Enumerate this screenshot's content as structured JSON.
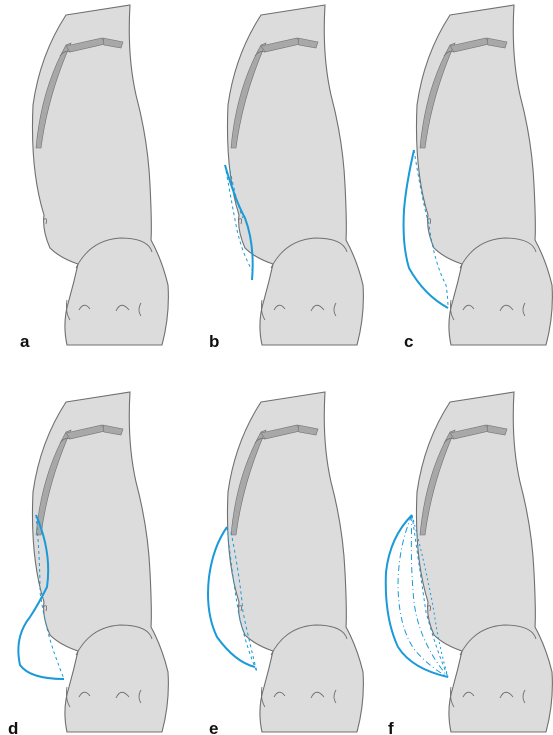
{
  "panels": [
    {
      "id": "a",
      "label": "a"
    },
    {
      "id": "b",
      "label": "b"
    },
    {
      "id": "c",
      "label": "c"
    },
    {
      "id": "d",
      "label": "d"
    },
    {
      "id": "e",
      "label": "e"
    },
    {
      "id": "f",
      "label": "f"
    }
  ],
  "colors": {
    "torso_fill": "#dcdcdc",
    "torso_stroke": "#6f6f6f",
    "rib_fill": "#a8a8a8",
    "abdomen_contour": "#1a9ad8"
  }
}
